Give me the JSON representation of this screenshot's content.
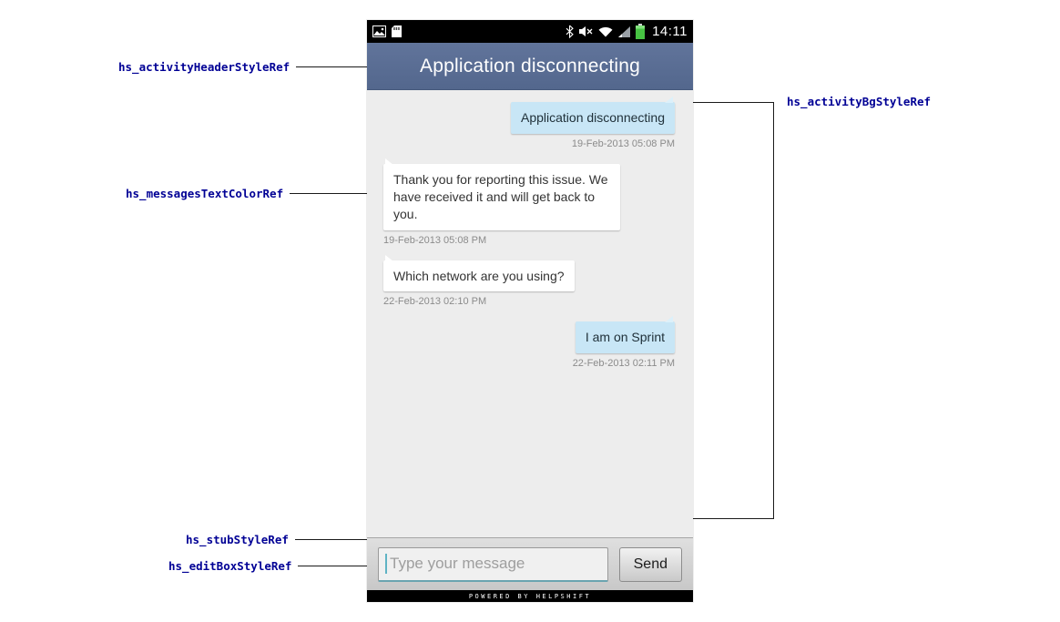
{
  "annotations": {
    "items": [
      {
        "label": "hs_activityHeaderStyleRef"
      },
      {
        "label": "hs_messagesTextColorRef"
      },
      {
        "label": "hs_stubStyleRef"
      },
      {
        "label": "hs_editBoxStyleRef"
      },
      {
        "label": "hs_activityBgStyleRef"
      }
    ],
    "text_color": "#000095",
    "line_color": "#1a1a1a"
  },
  "phone": {
    "status_bar": {
      "time": "14:11",
      "left_icons": [
        "gallery-icon",
        "sdcard-icon"
      ],
      "right_icons": [
        "bluetooth-icon",
        "mute-icon",
        "wifi-icon",
        "signal-icon",
        "battery-icon"
      ]
    },
    "header": {
      "title": "Application disconnecting"
    },
    "chat": {
      "messages": [
        {
          "side": "outgoing",
          "text": "Application disconnecting",
          "timestamp": "19-Feb-2013 05:08 PM"
        },
        {
          "side": "incoming",
          "text": "Thank you for reporting this issue. We have received it and will get back to you.",
          "timestamp": "19-Feb-2013 05:08 PM"
        },
        {
          "side": "incoming",
          "text": "Which network are you using?",
          "timestamp": "22-Feb-2013 02:10 PM"
        },
        {
          "side": "outgoing",
          "text": "I am on Sprint",
          "timestamp": "22-Feb-2013 02:11 PM"
        }
      ]
    },
    "composer": {
      "placeholder": "Type your message",
      "send_label": "Send"
    },
    "footer": {
      "text": "POWERED BY HELPSHIFT"
    },
    "colors": {
      "header_bg": "#5a6d93",
      "chat_bg": "#ededed",
      "outgoing_bubble": "#c8e6f6",
      "incoming_bubble": "#ffffff",
      "timestamp": "#8b8b8b",
      "battery": "#46c242"
    }
  }
}
